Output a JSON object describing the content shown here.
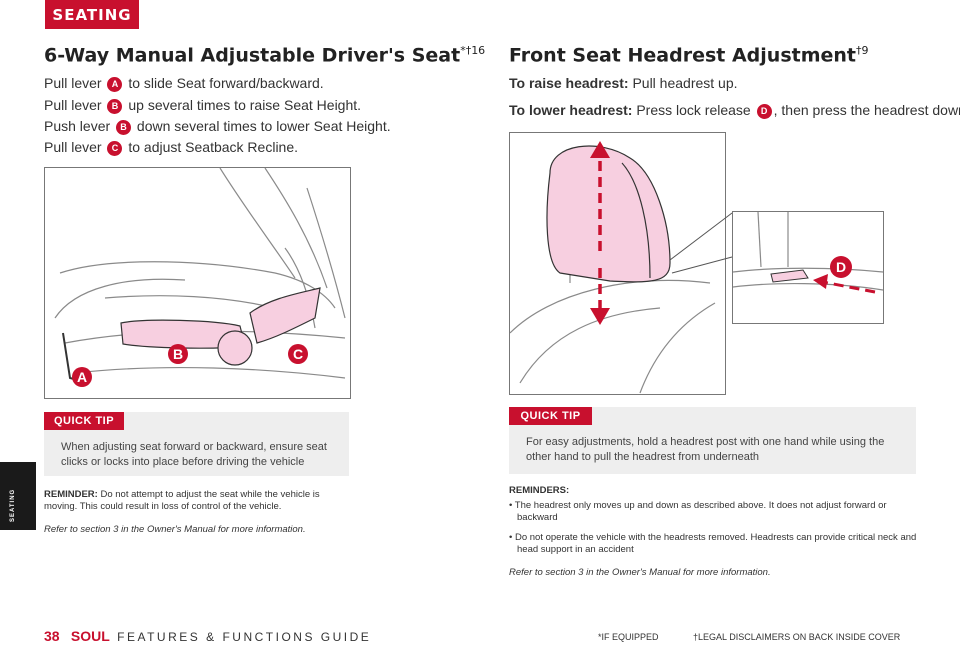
{
  "section_tab": "SEATING",
  "side_tab": "SEATING",
  "left": {
    "title": "6-Way Manual Adjustable Driver's Seat",
    "title_sup": "*†16",
    "lines": [
      {
        "pre": "Pull lever ",
        "badge": "A",
        "post": " to slide Seat forward/backward."
      },
      {
        "pre": "Pull lever ",
        "badge": "B",
        "post": " up several times to raise Seat Height."
      },
      {
        "pre": "Push lever ",
        "badge": "B",
        "post": " down several times to lower Seat Height."
      },
      {
        "pre": "Pull lever ",
        "badge": "C",
        "post": " to adjust Seatback Recline."
      }
    ],
    "callouts": {
      "a": "A",
      "b": "B",
      "c": "C"
    },
    "quick_tip_label": "QUICK TIP",
    "quick_tip_text": "When adjusting seat forward or backward, ensure seat clicks or locks into place before driving the vehicle",
    "reminder_label": "REMINDER:",
    "reminder_text": " Do not attempt to adjust the seat while the vehicle is moving. This could result in loss of control of the vehicle.",
    "refer": "Refer to section 3 in the Owner's Manual for more information."
  },
  "right": {
    "title": "Front Seat Headrest Adjustment",
    "title_sup": "†9",
    "raise_label": "To raise headrest:",
    "raise_text": " Pull headrest up.",
    "lower_label": "To lower headrest:",
    "lower_pre": " Press lock release ",
    "lower_badge": "D",
    "lower_post": ", then press the headrest down.",
    "callout_d": "D",
    "quick_tip_label": "QUICK TIP",
    "quick_tip_text": "For easy adjustments, hold a headrest post with one hand while using the other hand to pull the headrest from underneath",
    "reminders_label": "REMINDERS:",
    "reminders": [
      "• The headrest only moves up and down as described above. It does not adjust forward or backward",
      "• Do not operate the vehicle with the headrests removed. Headrests can provide critical neck and head support in an accident"
    ],
    "refer": "Refer to section 3 in the Owner's Manual for more information."
  },
  "footer": {
    "page_number": "38",
    "brand": "SOUL",
    "guide": "FEATURES & FUNCTIONS GUIDE",
    "if_equipped": "*IF EQUIPPED",
    "legal": "†LEGAL DISCLAIMERS ON BACK INSIDE COVER"
  },
  "colors": {
    "accent": "#c8102e",
    "highlight_pink": "#f7cfe0",
    "tip_bg": "#eeeeee"
  }
}
